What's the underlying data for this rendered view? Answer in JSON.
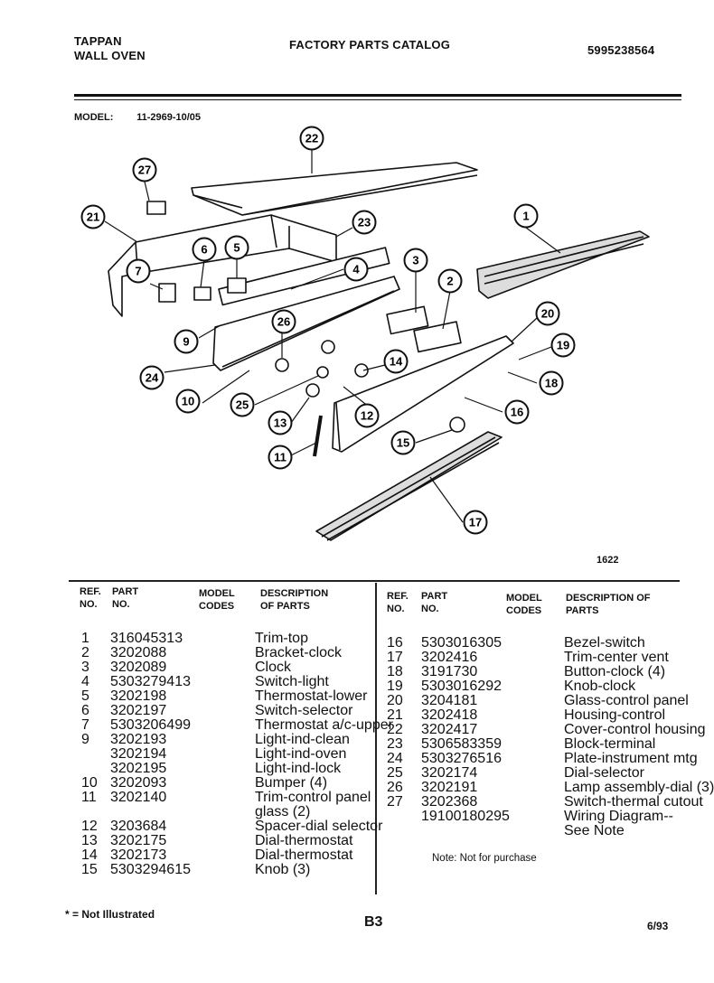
{
  "header": {
    "brand_line1": "TAPPAN",
    "brand_line2": "WALL OVEN",
    "catalog_title": "FACTORY PARTS CATALOG",
    "catalog_number": "5995238564"
  },
  "model": {
    "label": "MODEL:",
    "value": "11-2969-10/05"
  },
  "diagram": {
    "callouts": [
      "22",
      "27",
      "21",
      "6",
      "5",
      "23",
      "1",
      "7",
      "4",
      "3",
      "2",
      "26",
      "20",
      "9",
      "19",
      "24",
      "14",
      "18",
      "10",
      "25",
      "12",
      "16",
      "13",
      "15",
      "11",
      "17"
    ],
    "drawing_code": "1622"
  },
  "table_headers": {
    "ref": "REF. NO.",
    "part": "PART NO.",
    "model_codes": "MODEL CODES",
    "description": "DESCRIPTION OF PARTS"
  },
  "parts_left": [
    {
      "ref": "1",
      "part": "316045313",
      "code": "",
      "desc": "Trim-top"
    },
    {
      "ref": "2",
      "part": "3202088",
      "code": "",
      "desc": "Bracket-clock"
    },
    {
      "ref": "3",
      "part": "3202089",
      "code": "",
      "desc": "Clock"
    },
    {
      "ref": "4",
      "part": "5303279413",
      "code": "",
      "desc": "Switch-light"
    },
    {
      "ref": "5",
      "part": "3202198",
      "code": "",
      "desc": "Thermostat-lower"
    },
    {
      "ref": "6",
      "part": "3202197",
      "code": "",
      "desc": "Switch-selector"
    },
    {
      "ref": "7",
      "part": "5303206499",
      "code": "",
      "desc": "Thermostat a/c-upper"
    },
    {
      "ref": "9",
      "part": "3202193",
      "code": "",
      "desc": "Light-ind-clean"
    },
    {
      "ref": "",
      "part": "3202194",
      "code": "",
      "desc": "Light-ind-oven"
    },
    {
      "ref": "",
      "part": "3202195",
      "code": "",
      "desc": "Light-ind-lock"
    },
    {
      "ref": "10",
      "part": "3202093",
      "code": "",
      "desc": "Bumper (4)"
    },
    {
      "ref": "11",
      "part": "3202140",
      "code": "",
      "desc": "Trim-control panel"
    },
    {
      "ref": "",
      "part": "",
      "code": "",
      "desc": "glass (2)"
    },
    {
      "ref": "12",
      "part": "3203684",
      "code": "",
      "desc": "Spacer-dial selector"
    },
    {
      "ref": "13",
      "part": "3202175",
      "code": "",
      "desc": "Dial-thermostat"
    },
    {
      "ref": "14",
      "part": "3202173",
      "code": "",
      "desc": "Dial-thermostat"
    },
    {
      "ref": "15",
      "part": "5303294615",
      "code": "",
      "desc": "Knob (3)"
    }
  ],
  "parts_right": [
    {
      "ref": "16",
      "part": "5303016305",
      "code": "",
      "desc": "Bezel-switch"
    },
    {
      "ref": "17",
      "part": "3202416",
      "code": "",
      "desc": "Trim-center vent"
    },
    {
      "ref": "18",
      "part": "3191730",
      "code": "",
      "desc": "Button-clock (4)"
    },
    {
      "ref": "19",
      "part": "5303016292",
      "code": "",
      "desc": "Knob-clock"
    },
    {
      "ref": "20",
      "part": "3204181",
      "code": "",
      "desc": "Glass-control panel"
    },
    {
      "ref": "21",
      "part": "3202418",
      "code": "",
      "desc": "Housing-control"
    },
    {
      "ref": "22",
      "part": "3202417",
      "code": "",
      "desc": "Cover-control housing"
    },
    {
      "ref": "23",
      "part": "5306583359",
      "code": "",
      "desc": "Block-terminal"
    },
    {
      "ref": "24",
      "part": "5303276516",
      "code": "",
      "desc": "Plate-instrument mtg"
    },
    {
      "ref": "25",
      "part": "3202174",
      "code": "",
      "desc": "Dial-selector"
    },
    {
      "ref": "26",
      "part": "3202191",
      "code": "",
      "desc": "Lamp assembly-dial (3)"
    },
    {
      "ref": "27",
      "part": "3202368",
      "code": "",
      "desc": "Switch-thermal cutout"
    },
    {
      "ref": "",
      "part": "19100180295",
      "code": "",
      "desc": "Wiring Diagram--"
    },
    {
      "ref": "",
      "part": "",
      "code": "",
      "desc": "See Note"
    }
  ],
  "notes": {
    "purchase_note": "Note:  Not for purchase",
    "legend": "= Not Illustrated",
    "page_code": "B3",
    "date": "6/93"
  }
}
